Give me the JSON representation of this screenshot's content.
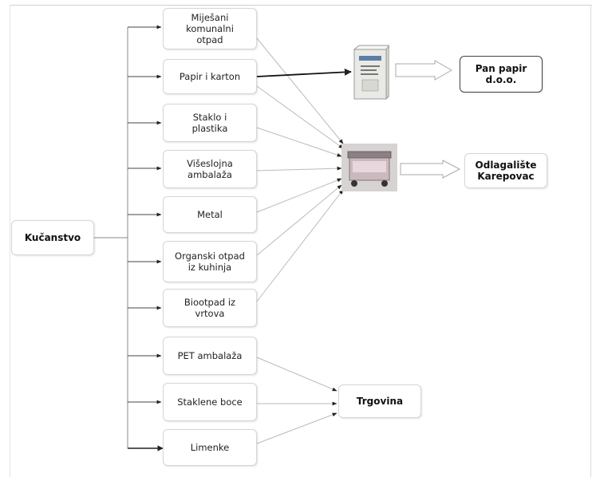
{
  "source": {
    "label": "Kučanstvo"
  },
  "waste_types": [
    {
      "id": "mjesani",
      "label": "Miješani\nkomunalni\notpad"
    },
    {
      "id": "papir",
      "label": "Papir i karton"
    },
    {
      "id": "staklo",
      "label": "Staklo i\nplastika"
    },
    {
      "id": "viseslojna",
      "label": "Višeslojna\nambalaža"
    },
    {
      "id": "metal",
      "label": "Metal"
    },
    {
      "id": "organski",
      "label": "Organski otpad\niz kuhinja"
    },
    {
      "id": "biootpad",
      "label": "Biootpad iz\nvrtova"
    },
    {
      "id": "pet",
      "label": "PET ambalaža"
    },
    {
      "id": "staklene",
      "label": "Staklene boce"
    },
    {
      "id": "limenke",
      "label": "Limenke"
    }
  ],
  "destinations": {
    "pan_papir": {
      "label": "Pan papir\nd.o.o."
    },
    "odlagaliste": {
      "label": "Odlagalište\nKarepovac"
    },
    "trgovina": {
      "label": "Trgovina"
    }
  },
  "icons": {
    "paper_container": "paper-collection-container-icon",
    "waste_bin": "waste-bin-icon"
  }
}
